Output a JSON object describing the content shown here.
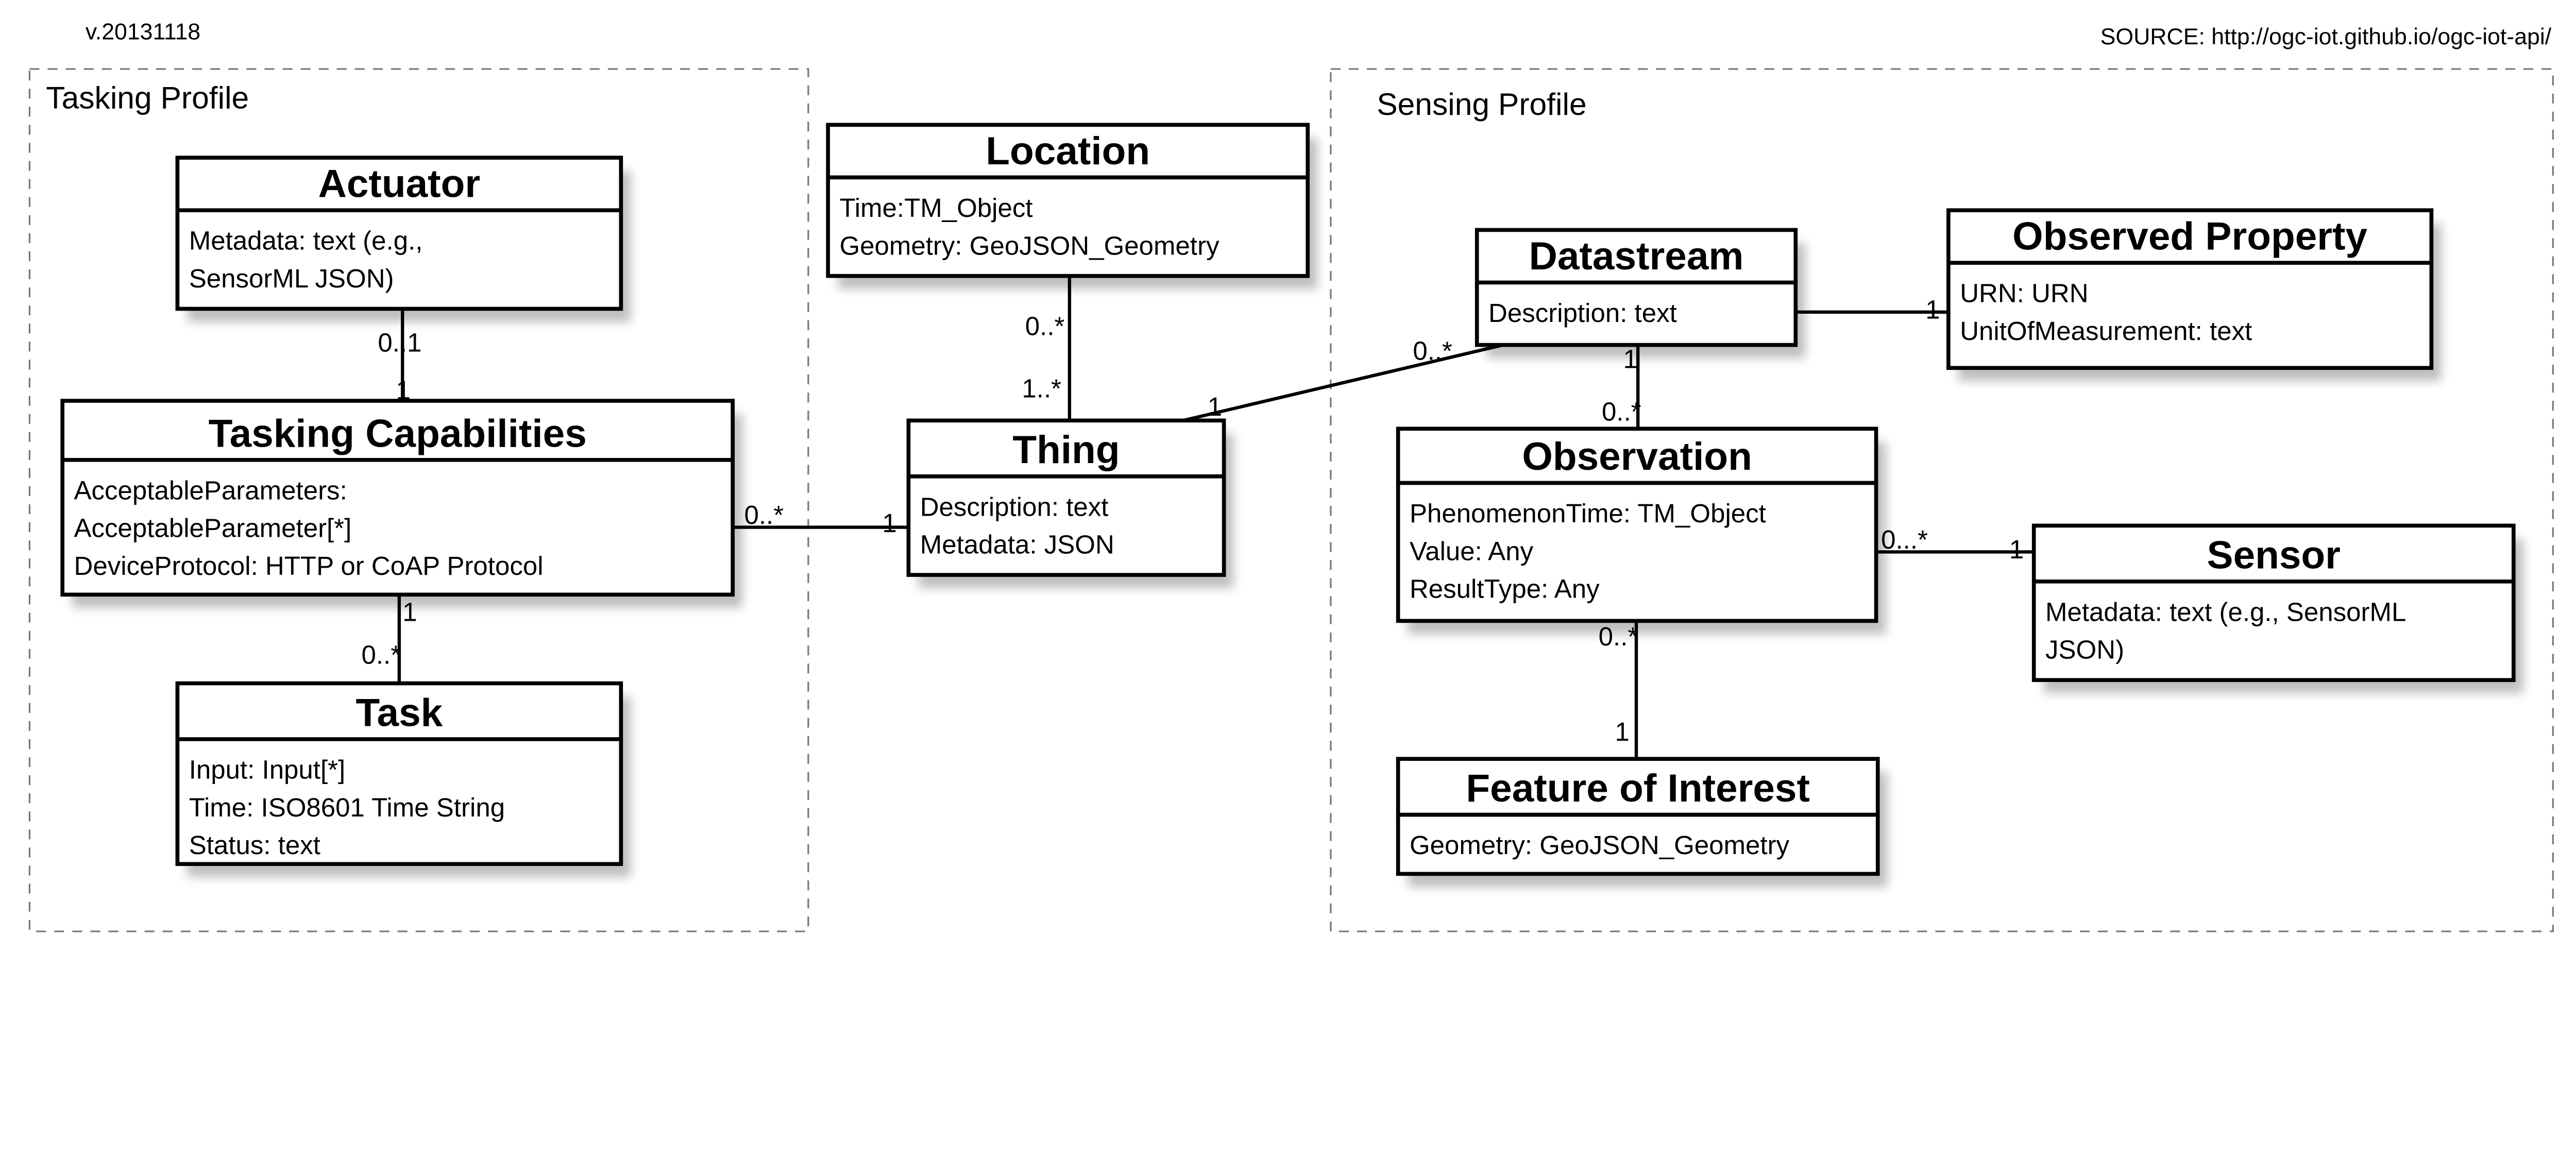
{
  "version": "v.20131118",
  "source": "SOURCE: http://ogc-iot.github.io/ogc-iot-api/",
  "profiles": {
    "tasking": "Tasking Profile",
    "sensing": "Sensing Profile"
  },
  "classes": {
    "actuator": {
      "name": "Actuator",
      "attributes": [
        "Metadata: text (e.g.,",
        "SensorML JSON)"
      ]
    },
    "tasking_capabilities": {
      "name": "Tasking Capabilities",
      "attributes": [
        "AcceptableParameters:",
        "AcceptableParameter[*]",
        "DeviceProtocol: HTTP or CoAP Protocol"
      ]
    },
    "task": {
      "name": "Task",
      "attributes": [
        "Input: Input[*]",
        "Time: ISO8601 Time String",
        "Status: text"
      ]
    },
    "location": {
      "name": "Location",
      "attributes": [
        "Time:TM_Object",
        "Geometry: GeoJSON_Geometry"
      ]
    },
    "thing": {
      "name": "Thing",
      "attributes": [
        "Description: text",
        "Metadata: JSON"
      ]
    },
    "datastream": {
      "name": "Datastream",
      "attributes": [
        "Description: text"
      ]
    },
    "observed_property": {
      "name": "Observed Property",
      "attributes": [
        "URN: URN",
        "UnitOfMeasurement: text"
      ]
    },
    "observation": {
      "name": "Observation",
      "attributes": [
        "PhenomenonTime: TM_Object",
        "Value: Any",
        "ResultType: Any"
      ]
    },
    "sensor": {
      "name": "Sensor",
      "attributes": [
        "Metadata: text (e.g., SensorML",
        "JSON)"
      ]
    },
    "feature_of_interest": {
      "name": "Feature of Interest",
      "attributes": [
        "Geometry: GeoJSON_Geometry"
      ]
    }
  },
  "associations": [
    {
      "from": "actuator",
      "to": "tasking_capabilities",
      "from_mult": "0..1",
      "to_mult": "1"
    },
    {
      "from": "tasking_capabilities",
      "to": "task",
      "from_mult": "1",
      "to_mult": "0..*"
    },
    {
      "from": "tasking_capabilities",
      "to": "thing",
      "from_mult": "0..*",
      "to_mult": "1"
    },
    {
      "from": "location",
      "to": "thing",
      "from_mult": "0..*",
      "to_mult": "1..*"
    },
    {
      "from": "thing",
      "to": "datastream",
      "from_mult": "1",
      "to_mult": "0..*"
    },
    {
      "from": "datastream",
      "to": "observed_property",
      "from_mult": "",
      "to_mult": "1"
    },
    {
      "from": "datastream",
      "to": "observation",
      "from_mult": "1",
      "to_mult": "0..*"
    },
    {
      "from": "observation",
      "to": "sensor",
      "from_mult": "0...*",
      "to_mult": "1"
    },
    {
      "from": "observation",
      "to": "feature_of_interest",
      "from_mult": "0..*",
      "to_mult": "1"
    }
  ]
}
